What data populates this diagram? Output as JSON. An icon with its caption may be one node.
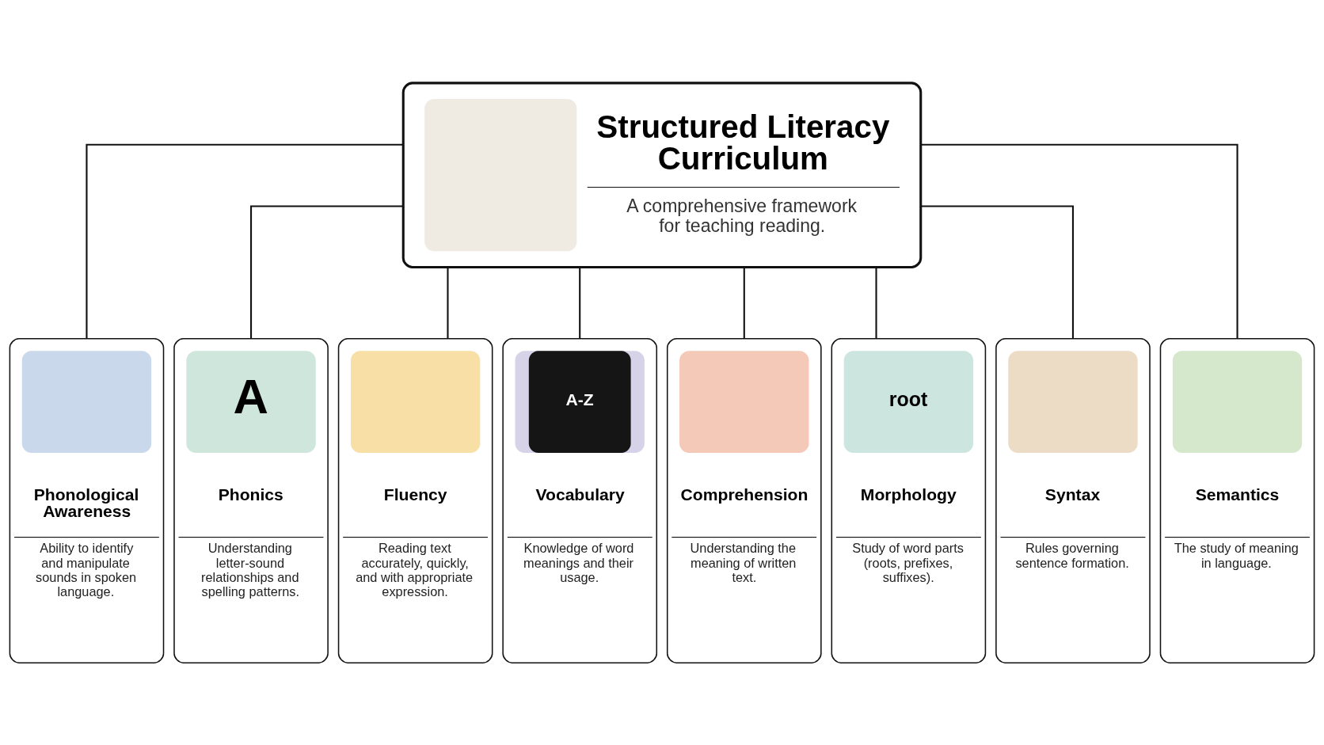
{
  "diagram": {
    "nodes": [
      {
        "text": [
          "Structured Literacy Curriculum",
          "A comprehensive framework for teaching reading."
        ]
      },
      {
        "text": [
          "Phonological Awareness",
          "Ability to identify and manipulate sounds in spoken language."
        ]
      },
      {
        "text": [
          "A",
          "Phonics",
          "Understanding letter-sound relationships and spelling patterns."
        ]
      },
      {
        "text": [
          "Fluency",
          "Reading text accurately, quickly, and with appropriate expression."
        ]
      },
      {
        "text": [
          "A-Z",
          "Vocabulary",
          "Knowledge of word meanings and their usage."
        ]
      },
      {
        "text": [
          "Comprehension",
          "Understanding the meaning of written text."
        ]
      },
      {
        "text": [
          "root",
          "Morphology",
          "Study of word parts (roots, prefixes, suffixes)."
        ]
      },
      {
        "text": [
          "Syntax",
          "Rules governing sentence formation."
        ]
      },
      {
        "text": [
          "Semantics",
          "The study of meaning in language."
        ]
      }
    ],
    "edges": [
      {
        "from": 0,
        "to": 1,
        "arrow": "none"
      },
      {
        "from": 0,
        "to": 2,
        "arrow": "none"
      },
      {
        "from": 0,
        "to": 3,
        "arrow": "none"
      },
      {
        "from": 0,
        "to": 4,
        "arrow": "none"
      },
      {
        "from": 0,
        "to": 5,
        "arrow": "none"
      },
      {
        "from": 0,
        "to": 6,
        "arrow": "none"
      },
      {
        "from": 0,
        "to": 7,
        "arrow": "none"
      },
      {
        "from": 0,
        "to": 8,
        "arrow": "none"
      }
    ]
  }
}
